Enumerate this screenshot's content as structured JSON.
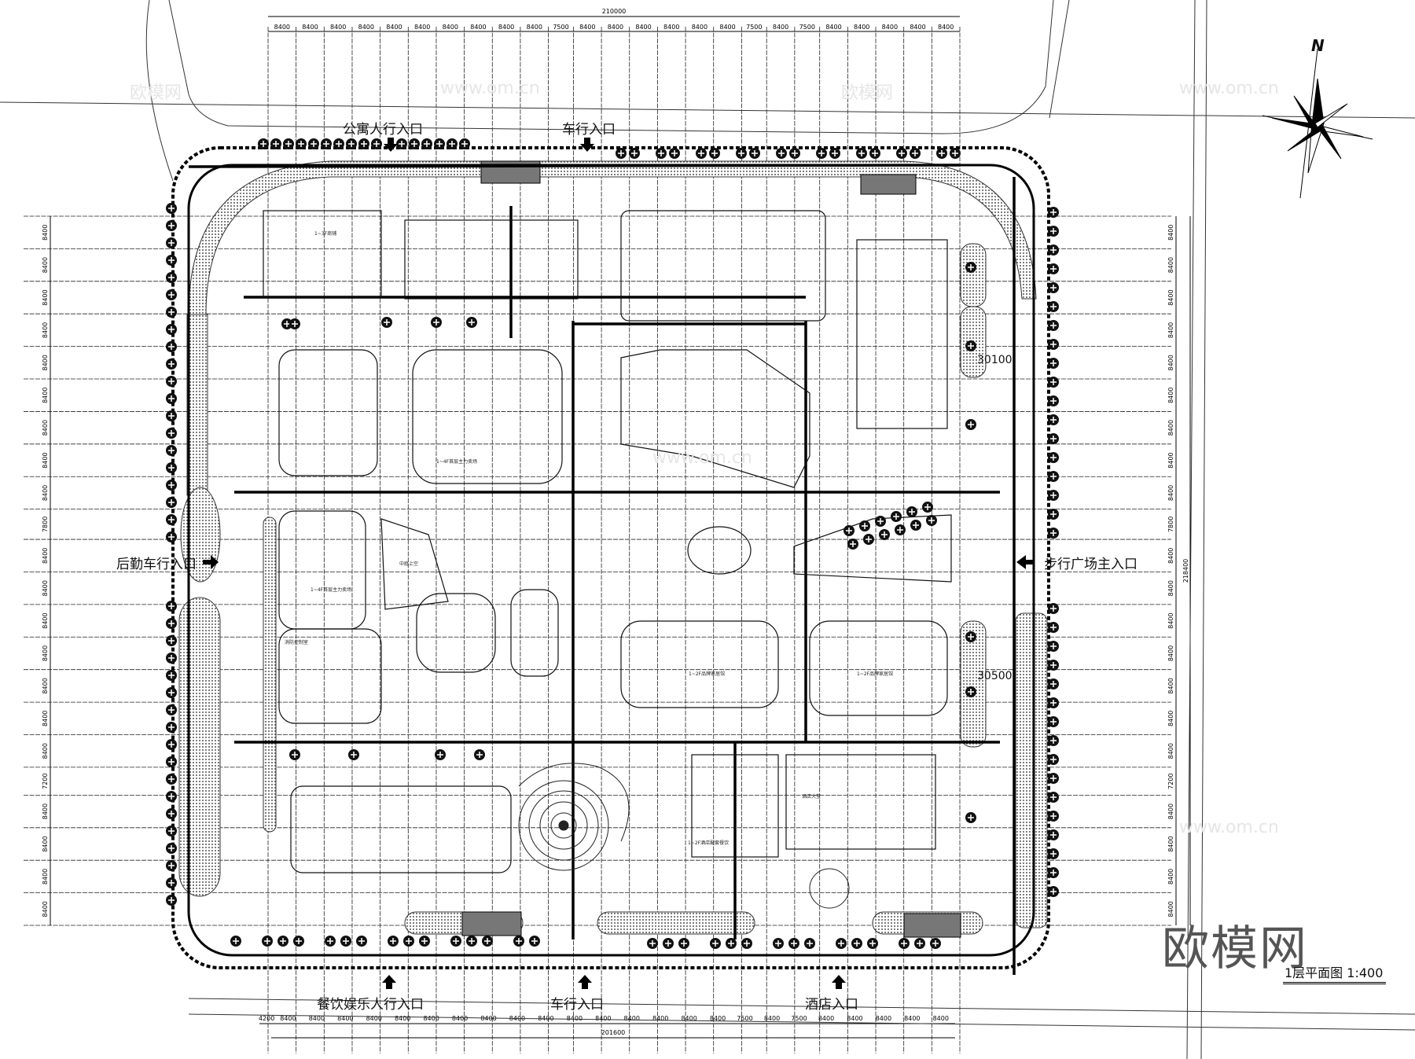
{
  "drawing": {
    "title": "1层平面图 1:400",
    "watermark": "欧模网",
    "watermark_url": "www.om.cn",
    "north_label": "N"
  },
  "entrances": {
    "apartment_pedestrian": "公寓人行入口",
    "vehicle_north": "车行入口",
    "logistics_vehicle": "后勤车行入口",
    "pedestrian_plaza_main": "步行广场主入口",
    "dining_entertainment_pedestrian": "餐饮娱乐人行入口",
    "vehicle_south": "车行入口",
    "hotel": "酒店入口"
  },
  "rooms": {
    "shops": "1~3F商铺",
    "main_store_north": "1~4F首层主力卖场",
    "atrium": "中庭上空",
    "main_store_south": "1~4F首层主力卖场",
    "fire_control": "消防控制室",
    "brand_home_1": "1~2F品牌家居馆",
    "brand_home_2": "1~2F品牌家居馆",
    "hotel_lobby": "酒店大堂",
    "hotel_dining": "1~2F酒店配套餐饮"
  },
  "elevations": {
    "east_north": "30100",
    "east_south": "30500"
  },
  "dimensions": {
    "top_total": "210000",
    "top": [
      "8400",
      "8400",
      "8400",
      "8400",
      "8400",
      "8400",
      "8400",
      "8400",
      "8400",
      "8400",
      "7500",
      "8400",
      "8400",
      "8400",
      "8400",
      "8400",
      "8400",
      "7500",
      "8400",
      "7500",
      "8400",
      "8400",
      "8400",
      "8400",
      "8400"
    ],
    "bottom_total": "201600",
    "bottom": [
      "4200",
      "8400",
      "8400",
      "8400",
      "8400",
      "8400",
      "8400",
      "8400",
      "8400",
      "8400",
      "8400",
      "8400",
      "8400",
      "8400",
      "8400",
      "8400",
      "8400",
      "7500",
      "8400",
      "7500",
      "8400",
      "8400",
      "8400",
      "8400",
      "8400"
    ],
    "left": [
      "8400",
      "8400",
      "8400",
      "8400",
      "8400",
      "8400",
      "8400",
      "8400",
      "8400",
      "7800",
      "8400",
      "8400",
      "8400",
      "8400",
      "8400",
      "8400",
      "8400",
      "7200",
      "8400",
      "8400",
      "8400",
      "8400"
    ],
    "right": [
      "8400",
      "8400",
      "8400",
      "8400",
      "8400",
      "8400",
      "8400",
      "8400",
      "8400",
      "7800",
      "8400",
      "8400",
      "8400",
      "8400",
      "8400",
      "8400",
      "8400",
      "7200",
      "8400",
      "8400",
      "8400",
      "8400"
    ],
    "right_total": "218400"
  }
}
